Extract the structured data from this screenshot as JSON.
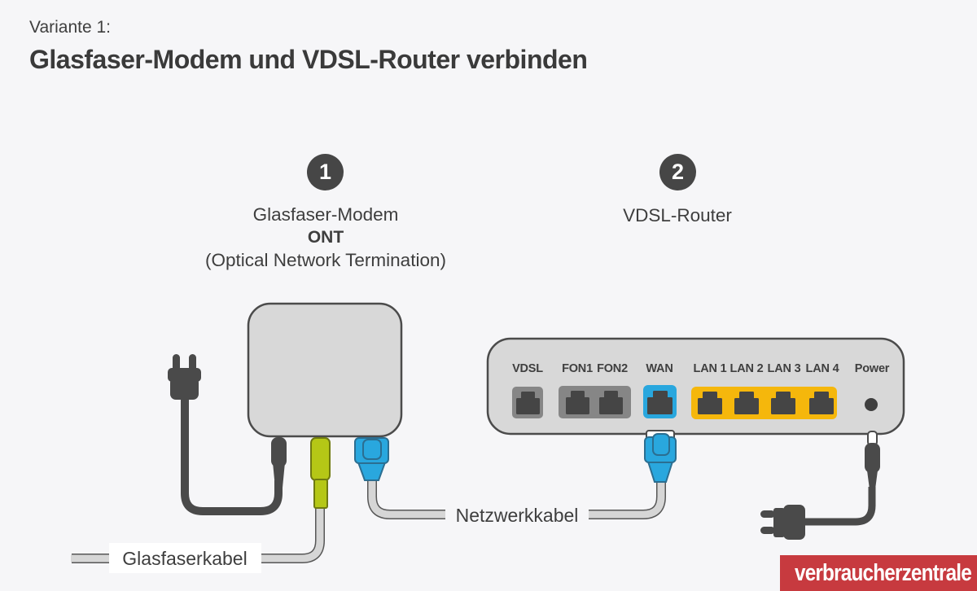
{
  "page": {
    "background_color": "#f6f6f8",
    "text_color": "#3e3e3e"
  },
  "header": {
    "kicker": "Variante 1:",
    "title": "Glasfaser-Modem und VDSL-Router verbinden"
  },
  "steps": {
    "step1": {
      "number": "1",
      "title": "Glasfaser-Modem",
      "abbreviation": "ONT",
      "subtitle": "(Optical Network Termination)"
    },
    "step2": {
      "number": "2",
      "title": "VDSL-Router"
    }
  },
  "diagram": {
    "cable_labels": {
      "fiber": "Glasfaserkabel",
      "network": "Netzwerkkabel"
    },
    "router_ports": [
      "VDSL",
      "FON1",
      "FON2",
      "WAN",
      "LAN 1",
      "LAN 2",
      "LAN 3",
      "LAN 4",
      "Power"
    ],
    "colors": {
      "device_fill": "#d8d8d8",
      "device_outline": "#4b4b4b",
      "dark_connector": "#4a4a4a",
      "fiber_connector_green": "#b5c716",
      "network_connector_blue": "#29a7de",
      "lan_frame_yellow": "#f5b70c",
      "port_frame_gray": "#868686",
      "jack_dark": "#454545",
      "cable_gray": "#d6d6d6"
    }
  },
  "logo": {
    "text": "verbraucherzentrale",
    "background_color": "#c73a3f",
    "text_color": "#ffffff"
  }
}
